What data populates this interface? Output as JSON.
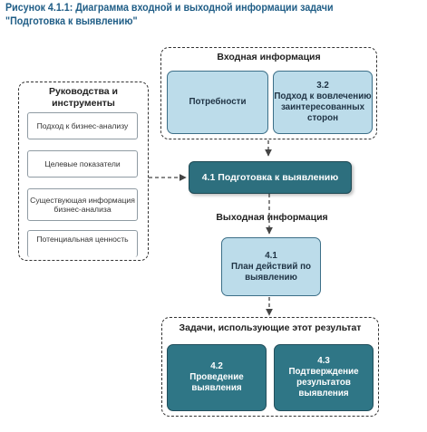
{
  "figure_title": "Рисунок 4.1.1: Диаграмма входной и выходной информации задачи \"Подготовка к выявлению\"",
  "input_group": {
    "title": "Входная информация",
    "items": [
      {
        "number": "",
        "label": "Потребности"
      },
      {
        "number": "3.2",
        "label": "Подход к вовлечению заинтересованных сторон"
      }
    ]
  },
  "guidelines_group": {
    "title": "Руководства и инструменты",
    "items": [
      "Подход к бизнес-анализу",
      "Целевые показатели",
      "Существующая информация бизнес-анализа",
      "Потенциальная ценность"
    ]
  },
  "main_task": {
    "label": "4.1 Подготовка к выявлению"
  },
  "output_label": "Выходная информация",
  "output_item": {
    "number": "4.1",
    "label": "План действий по выявлению"
  },
  "tasks_group": {
    "title": "Задачи, использующие этот результат",
    "items": [
      {
        "number": "4.2",
        "label": "Проведение выявления"
      },
      {
        "number": "4.3",
        "label": "Подтверждение результатов выявления"
      }
    ]
  }
}
